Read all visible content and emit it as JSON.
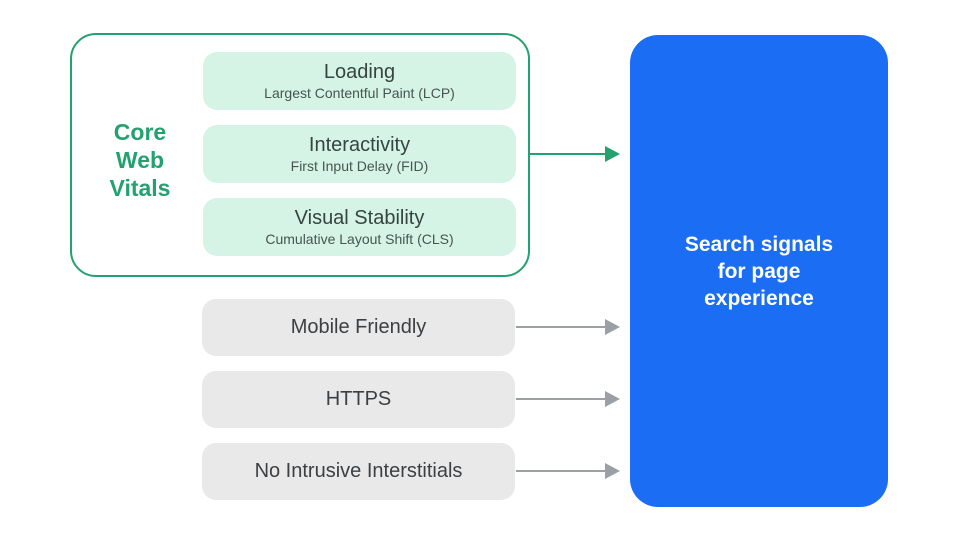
{
  "diagram": {
    "core_web_vitals": {
      "label": "Core Web Vitals",
      "items": [
        {
          "title": "Loading",
          "subtitle": "Largest Contentful Paint (LCP)"
        },
        {
          "title": "Interactivity",
          "subtitle": "First Input Delay (FID)"
        },
        {
          "title": "Visual Stability",
          "subtitle": "Cumulative Layout Shift (CLS)"
        }
      ]
    },
    "other_signals": [
      {
        "label": "Mobile Friendly"
      },
      {
        "label": "HTTPS"
      },
      {
        "label": "No Intrusive Interstitials"
      }
    ],
    "result": {
      "label": "Search signals for page experience"
    },
    "colors": {
      "accent_green": "#23a16f",
      "light_green_fill": "#d5f4e5",
      "gray_fill": "#e9e9e9",
      "arrow_gray": "#9aa0a6",
      "result_blue": "#1b6ef3",
      "dark_text": "#3c4043",
      "white_text": "#ffffff"
    }
  }
}
